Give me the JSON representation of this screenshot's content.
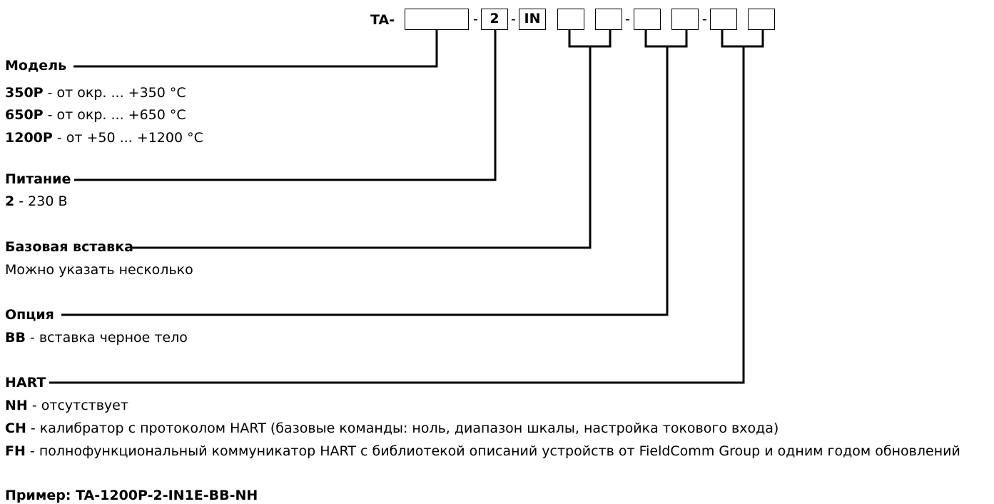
{
  "code": {
    "prefix": "TA-",
    "box_model": "",
    "sep1": "-",
    "box_power": "2",
    "sep2": "-",
    "box_insert_fixed": "IN",
    "box_insert_a": "",
    "box_insert_b": "",
    "sep3": "-",
    "box_option_a": "",
    "box_option_b": "",
    "sep4": "-",
    "box_hart_a": "",
    "box_hart_b": ""
  },
  "sections": {
    "model": {
      "title": "Модель",
      "items": [
        {
          "code": "350P",
          "text": " - от окр. ... +350 °C"
        },
        {
          "code": "650P",
          "text": " - от окр. ... +650 °C"
        },
        {
          "code": "1200P",
          "text": " - от +50 ... +1200 °C"
        }
      ]
    },
    "power": {
      "title": "Питание",
      "items": [
        {
          "code": "2",
          "text": " - 230 В"
        }
      ]
    },
    "insert": {
      "title": "Базовая вставка",
      "note": "Можно указать несколько"
    },
    "option": {
      "title": "Опция",
      "items": [
        {
          "code": "BB",
          "text": " - вставка черное тело"
        }
      ]
    },
    "hart": {
      "title": "HART",
      "items": [
        {
          "code": "NH",
          "text": " - отсутствует"
        },
        {
          "code": "CH",
          "text": " - калибратор с протоколом HART (базовые команды: ноль, диапазон шкалы, настройка токового входа)"
        },
        {
          "code": "FH",
          "text": " - полнофункциональный коммуникатор HART с библиотекой описаний устройств от FieldComm Group и одним годом обновлений"
        }
      ]
    }
  },
  "example": {
    "label": "Пример:",
    "value": "TA-1200P-2-IN1E-BB-NH"
  }
}
